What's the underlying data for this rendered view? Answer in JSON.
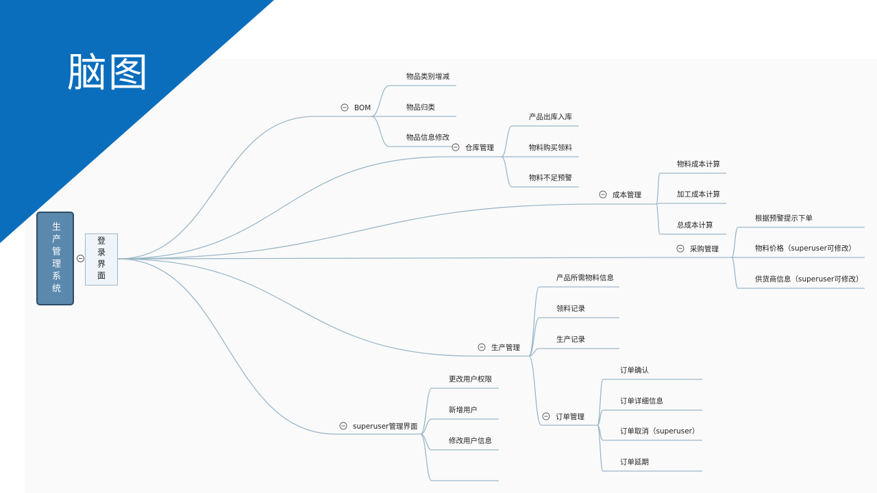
{
  "slide": {
    "title": "脑图"
  },
  "mindmap": {
    "root": "生产管理系统",
    "login": "登录界面",
    "branches": [
      {
        "key": "bom",
        "label": "BOM",
        "children": [
          "物品类别增减",
          "物品归类",
          "物品信息修改"
        ]
      },
      {
        "key": "warehouse",
        "label": "仓库管理",
        "children": [
          "产品出库入库",
          "物料购买领料",
          "物料不足预警"
        ]
      },
      {
        "key": "cost",
        "label": "成本管理",
        "children": [
          "物料成本计算",
          "加工成本计算",
          "总成本计算"
        ]
      },
      {
        "key": "purchase",
        "label": "采购管理",
        "children": [
          "根据预警提示下单",
          "物料价格（superuser可修改）",
          "供货商信息（superuser可修改）"
        ]
      },
      {
        "key": "production",
        "label": "生产管理",
        "children": [
          "产品所需物料信息",
          "领料记录",
          "生产记录"
        ]
      },
      {
        "key": "order",
        "label": "订单管理",
        "children": [
          "订单确认",
          "订单详细信息",
          "订单取消（superuser）",
          "订单延期"
        ]
      },
      {
        "key": "superuser",
        "label": "superuser管理界面",
        "children": [
          "更改用户权限",
          "新增用户",
          "修改用户信息",
          ""
        ]
      }
    ]
  }
}
